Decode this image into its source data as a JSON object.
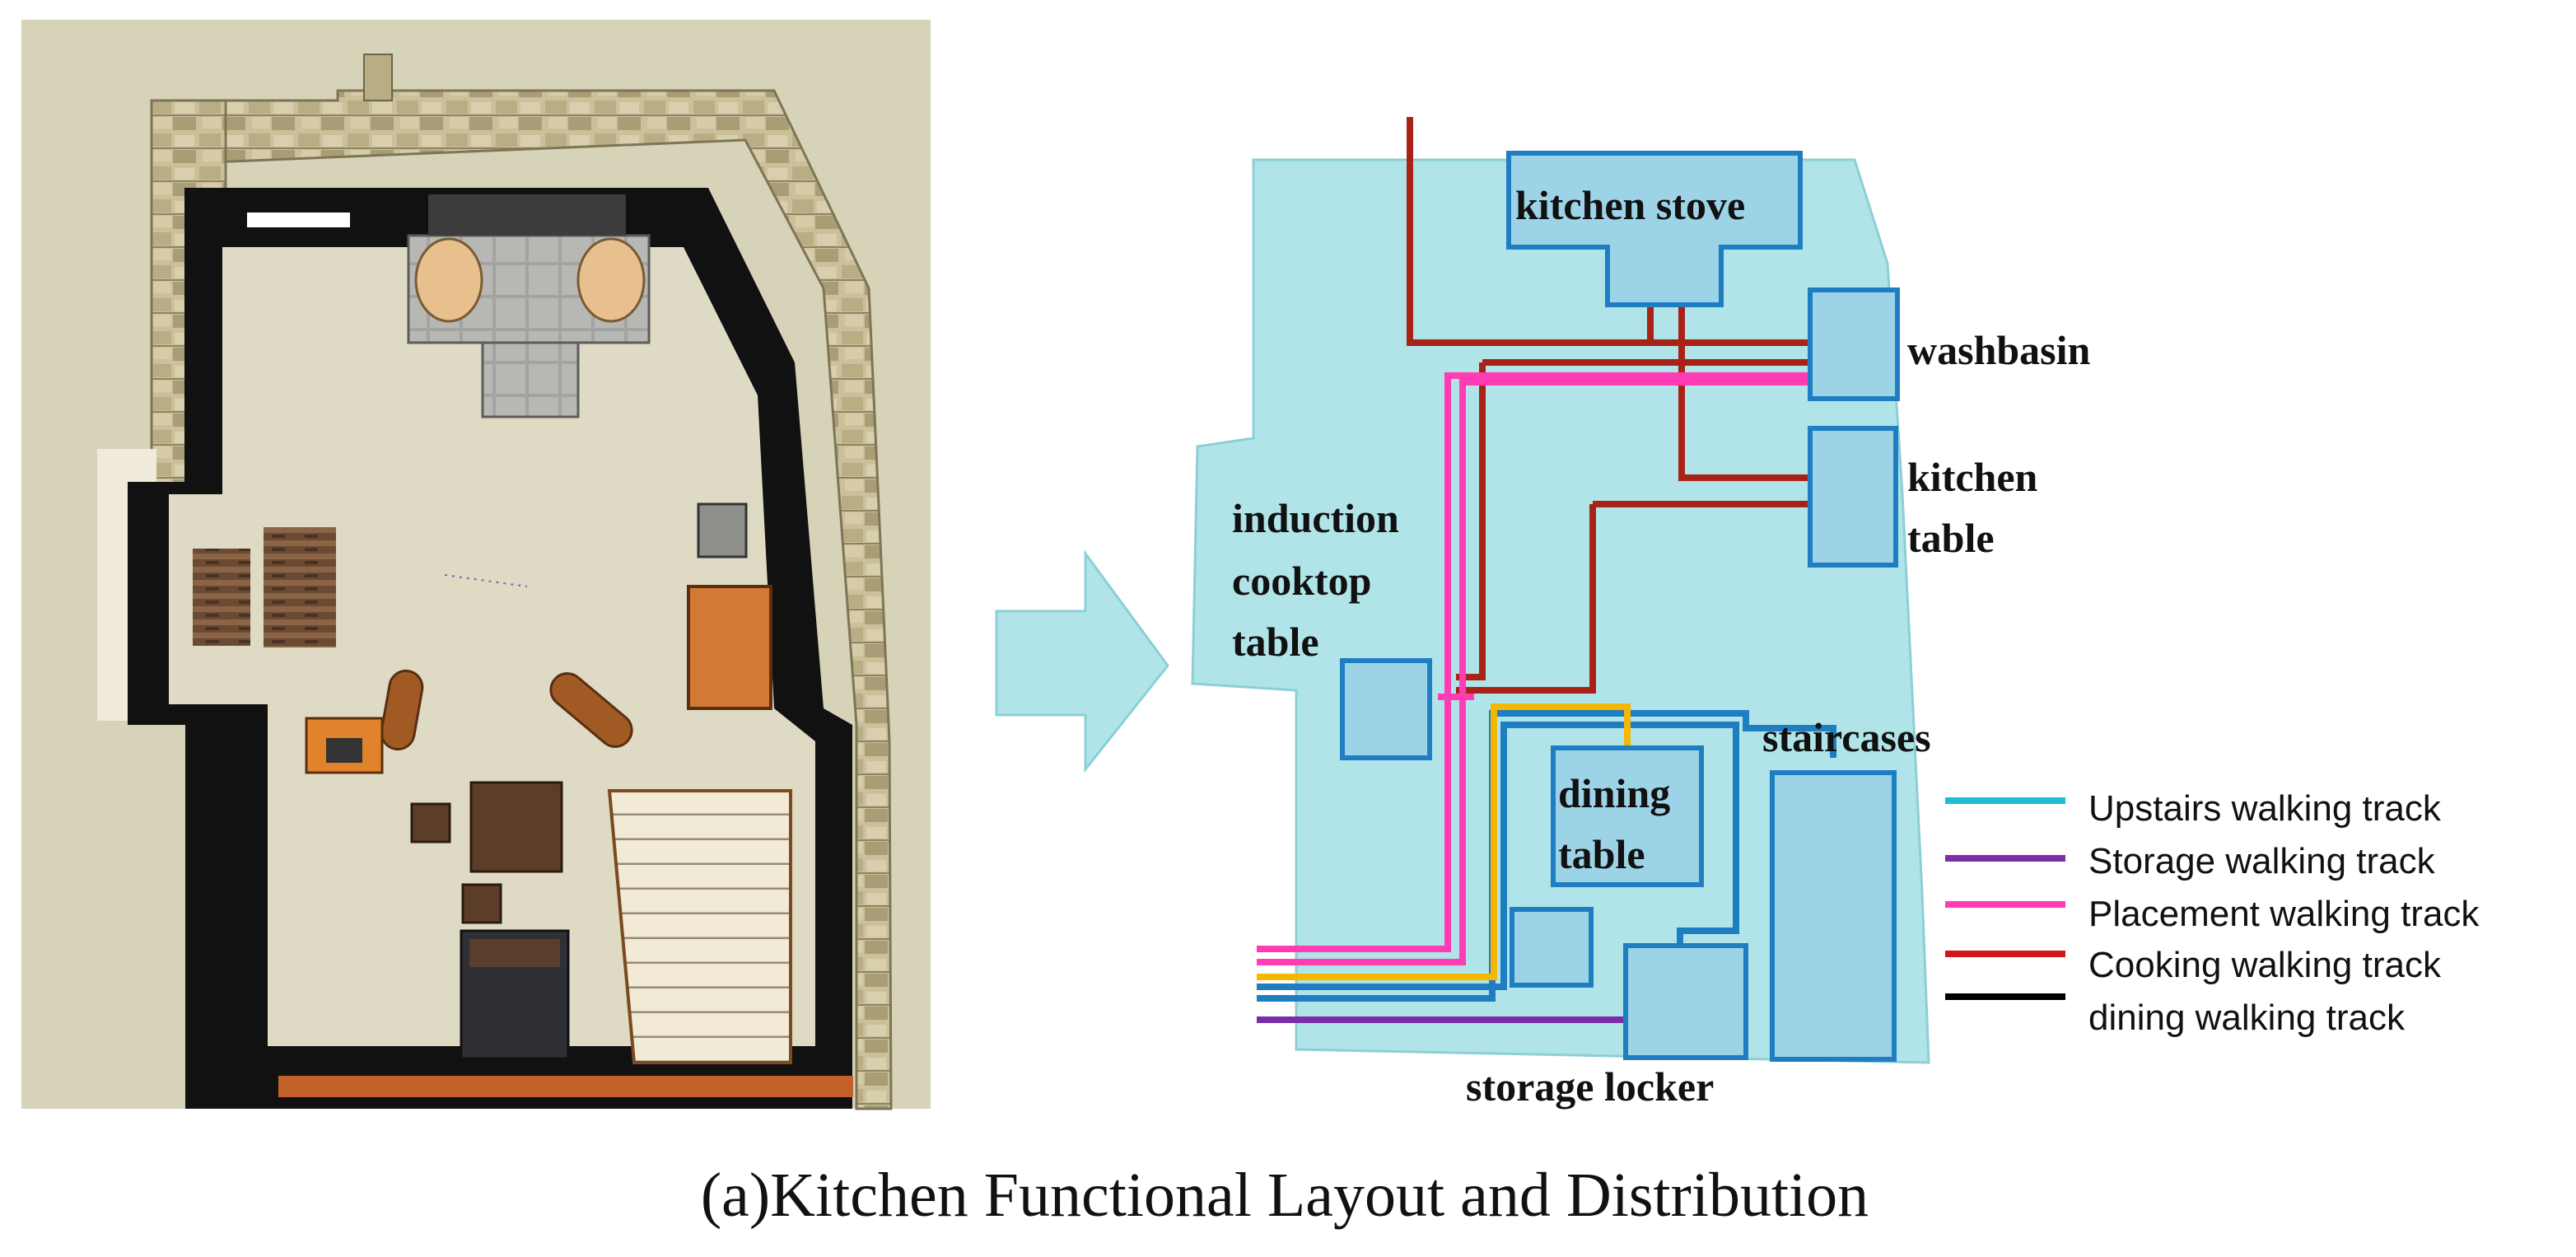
{
  "caption": "(a)Kitchen Functional Layout and Distribution",
  "labels": {
    "kitchen_stove": "kitchen stove",
    "washbasin": "washbasin",
    "kitchen_table_1": "kitchen",
    "kitchen_table_2": "table",
    "induction_1": "induction",
    "induction_2": "cooktop",
    "induction_3": "table",
    "staircases": "staircases",
    "dining_1": "dining",
    "dining_2": "table",
    "storage_locker": "storage locker"
  },
  "legend": [
    {
      "label": "Upstairs walking track",
      "color": "#1cbfd0"
    },
    {
      "label": "Storage walking track",
      "color": "#7a2fa8"
    },
    {
      "label": "Placement walking track",
      "color": "#ff3cb4"
    },
    {
      "label": "Cooking walking track",
      "color": "#d01818"
    },
    {
      "label": "dining walking track",
      "color": "#000000"
    }
  ],
  "colors": {
    "floor": "#b0e4e8",
    "box_fill": "#9dd3e6",
    "box_stroke": "#1f7ec2",
    "cooking_track": "#a82218",
    "placement_track": "#ff3cb4",
    "upstairs_track": "#1f7ec2",
    "storage_track": "#7a2fa8",
    "dining_track": "#f5b800"
  },
  "icons": {
    "arrow": "right-arrow-icon"
  }
}
